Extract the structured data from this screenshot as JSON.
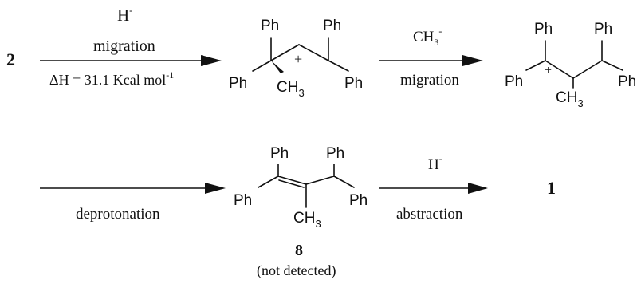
{
  "step1": {
    "start_compound": "2",
    "reagent_top": "H",
    "reagent_top_charge": "-",
    "label_top": "migration",
    "energy_prefix": "ΔH = 31.1 Kcal mol",
    "energy_exp": "-1"
  },
  "intermediate1": {
    "ph_top_left": "Ph",
    "ph_top_right": "Ph",
    "ph_left": "Ph",
    "ph_right": "Ph",
    "methyl": "CH",
    "methyl_sub": "3",
    "charge": "+"
  },
  "step2": {
    "reagent_top": "CH",
    "reagent_top_sub": "3",
    "reagent_top_charge": "-",
    "label_bottom": "migration"
  },
  "intermediate2": {
    "ph_top_left": "Ph",
    "ph_top_right": "Ph",
    "ph_left": "Ph",
    "ph_right": "Ph",
    "methyl": "CH",
    "methyl_sub": "3",
    "charge": "+"
  },
  "step3": {
    "label_bottom": "deprotonation"
  },
  "product8": {
    "ph_top_left": "Ph",
    "ph_top_right": "Ph",
    "ph_left": "Ph",
    "ph_right": "Ph",
    "methyl": "CH",
    "methyl_sub": "3",
    "number": "8",
    "note": "(not detected)"
  },
  "step4": {
    "reagent_top": "H",
    "reagent_top_charge": "-",
    "label_bottom": "abstraction",
    "end_compound": "1"
  }
}
